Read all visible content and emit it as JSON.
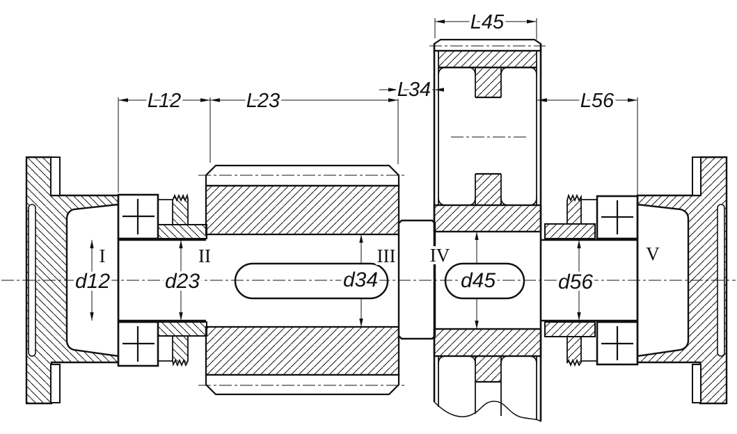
{
  "colors": {
    "line": "#111111",
    "background": "#ffffff"
  },
  "drawing": {
    "length_dimensions": [
      {
        "id": "L12",
        "label": "L12"
      },
      {
        "id": "L23",
        "label": "L23"
      },
      {
        "id": "L34",
        "label": "L34"
      },
      {
        "id": "L45",
        "label": "L45"
      },
      {
        "id": "L56",
        "label": "L56"
      }
    ],
    "diameter_dimensions": [
      {
        "id": "d12",
        "label": "d12"
      },
      {
        "id": "d23",
        "label": "d23"
      },
      {
        "id": "d34",
        "label": "d34"
      },
      {
        "id": "d45",
        "label": "d45"
      },
      {
        "id": "d56",
        "label": "d56"
      }
    ],
    "shaft_sections": [
      {
        "id": "I",
        "label": "I"
      },
      {
        "id": "II",
        "label": "II"
      },
      {
        "id": "III",
        "label": "III"
      },
      {
        "id": "IV",
        "label": "IV"
      },
      {
        "id": "V",
        "label": "V"
      }
    ]
  }
}
